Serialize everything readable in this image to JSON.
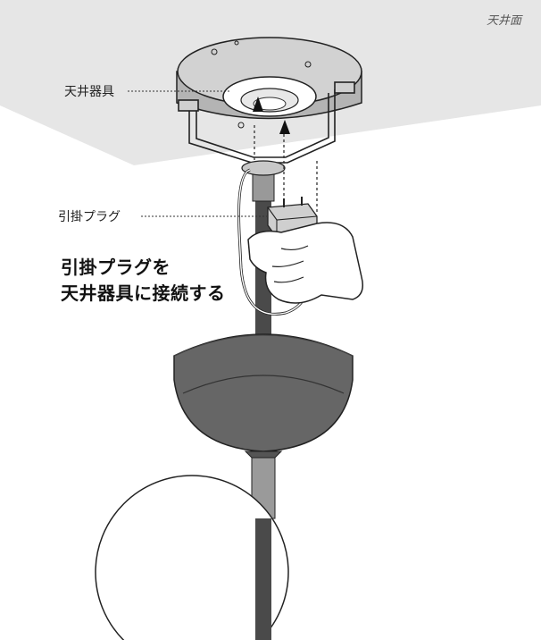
{
  "labels": {
    "ceiling_surface": "天井面",
    "ceiling_fixture": "天井器具",
    "ceiling_plug": "引掛プラグ"
  },
  "instruction": {
    "line1": "引掛プラグを",
    "line2": "天井器具に接続する"
  },
  "colors": {
    "ceiling": "#e6e6e6",
    "fixture_body": "#b4b4b4",
    "fixture_top": "#d2d2d2",
    "shade": "#666666",
    "rod": "#444444",
    "ink": "#222222"
  }
}
